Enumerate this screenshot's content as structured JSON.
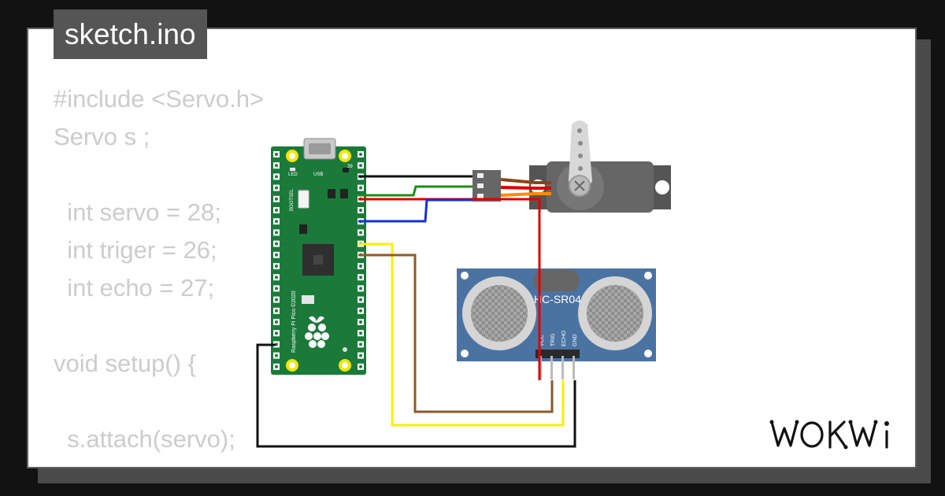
{
  "file_tab": {
    "name": "sketch.ino"
  },
  "code_lines": [
    "#include <Servo.h>",
    "Servo s ;",
    "",
    "  int servo = 28;",
    "  int triger = 26;",
    "  int echo = 27;",
    "",
    "void setup() {",
    "",
    "  s.attach(servo);"
  ],
  "pico": {
    "label_led": "LED",
    "label_usb": "USB",
    "label_39": "39",
    "label_bootsel": "BOOTSEL",
    "board_text": "Raspberry Pi Pico ©2020",
    "board_color": "#1b7a3a"
  },
  "sensor": {
    "name": "HC-SR04",
    "pin_vcc": "VCC",
    "pin_trig": "TRIG",
    "pin_echo": "ECHO",
    "pin_gnd": "GND",
    "board_color": "#4a73a2"
  },
  "wires": {
    "black": "#111111",
    "green": "#1a8f1a",
    "red": "#e00000",
    "blue": "#1030e0",
    "yellow": "#ffee00",
    "brown": "#8b5a2b",
    "servo_orange": "#ff8a00",
    "servo_red": "#e00000",
    "servo_brown": "#8b4513"
  },
  "logo": {
    "text": "WOKWi"
  }
}
